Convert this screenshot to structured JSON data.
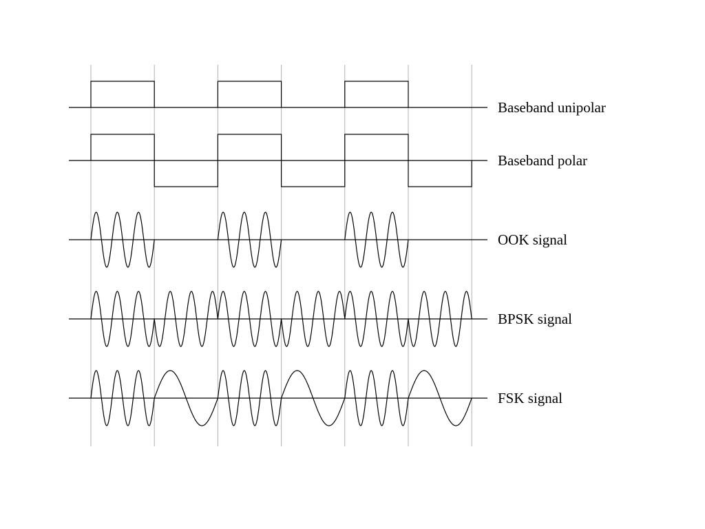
{
  "bits": [
    1,
    0,
    1,
    0,
    1,
    0
  ],
  "rows": [
    {
      "key": "unipolar",
      "label": "Baseband unipolar"
    },
    {
      "key": "polar",
      "label": "Baseband polar"
    },
    {
      "key": "ook",
      "label": "OOK signal"
    },
    {
      "key": "bpsk",
      "label": "BPSK signal"
    },
    {
      "key": "fsk",
      "label": "FSK signal"
    }
  ],
  "carrier_cycles_per_bit": 3,
  "fsk_space_cycles_per_bit": 1
}
